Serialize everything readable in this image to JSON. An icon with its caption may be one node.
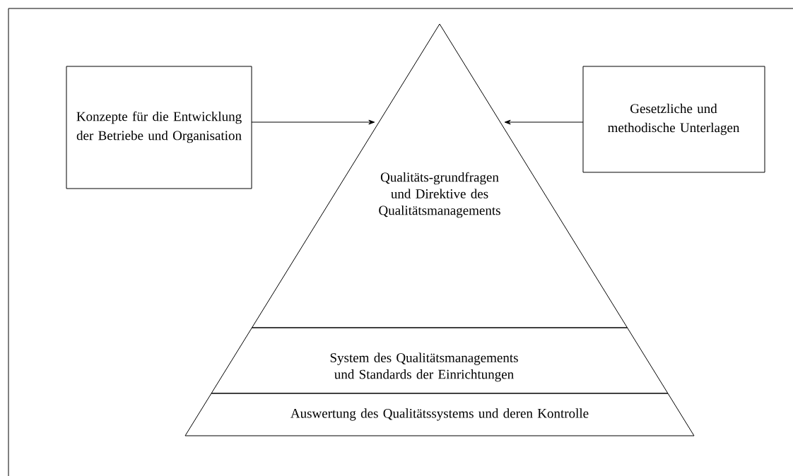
{
  "diagram": {
    "nodes": [
      {
        "text": [
          "Konzepte für die Entwicklung der Betriebe und Organisation"
        ]
      },
      {
        "text": [
          "Gesetzliche und methodische Unterlagen"
        ]
      },
      {
        "text": [
          "Qualitäts-grundfragen und Direktive des Qualitätsmanagements"
        ]
      },
      {
        "text": [
          "System des Qualitätsmanagements und Standards der Einrichtungen"
        ]
      },
      {
        "text": [
          "Auswertung des Qualitätssystems und deren Kontrolle"
        ]
      }
    ],
    "edges": [
      {
        "from": 0,
        "to": 2,
        "arrow": "to"
      },
      {
        "from": 1,
        "to": 2,
        "arrow": "to"
      }
    ]
  }
}
